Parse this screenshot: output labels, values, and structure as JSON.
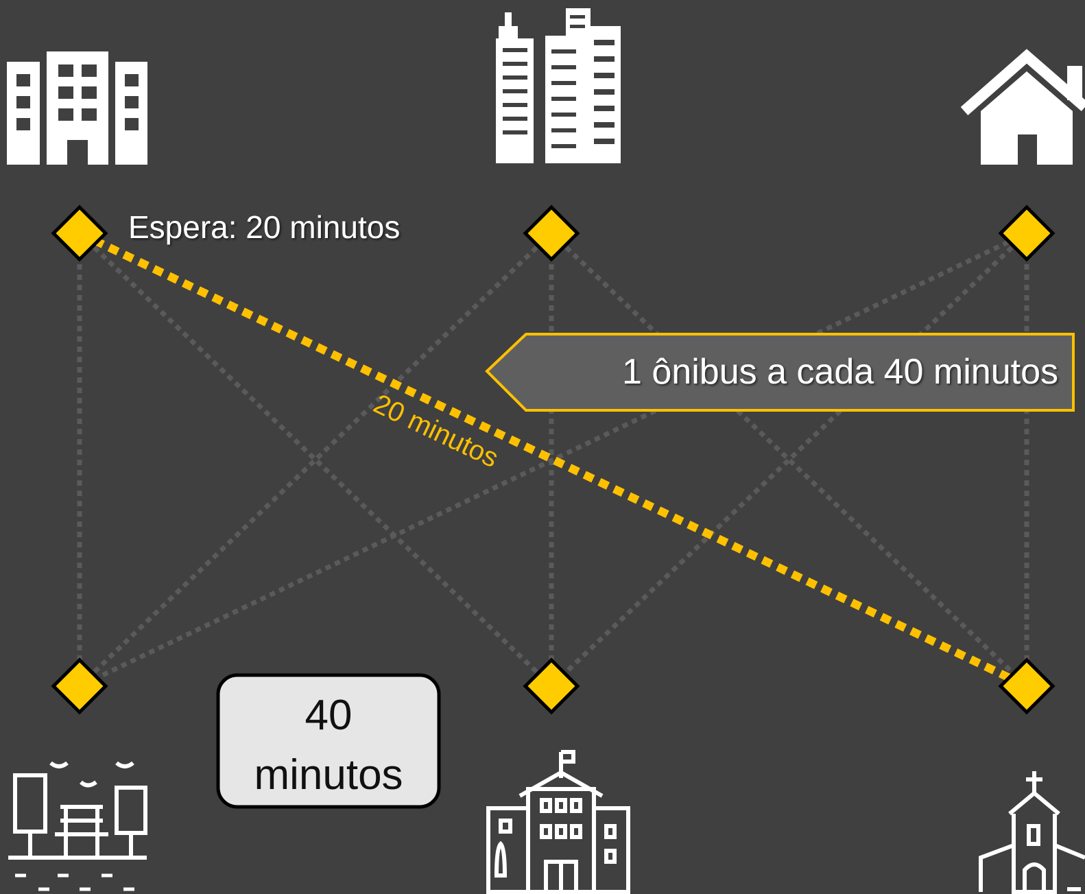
{
  "labels": {
    "wait": "Espera: 20 minutos",
    "frequency": "1 ônibus a cada 40 minutos",
    "route_time": "20 minutos",
    "total_line1": "40",
    "total_line2": "minutos"
  },
  "icons": {
    "top_left": "office-building-icon",
    "top_center": "skyscrapers-icon",
    "top_right": "house-icon",
    "bottom_left": "park-icon",
    "bottom_center": "school-icon",
    "bottom_right": "church-icon"
  },
  "colors": {
    "background": "#404040",
    "accent": "#FFC000",
    "node_fill": "#FFCC00",
    "route_inactive": "#5a5a5a",
    "callout_fill": "#5f5f5f",
    "box_fill": "#e6e6e6"
  }
}
